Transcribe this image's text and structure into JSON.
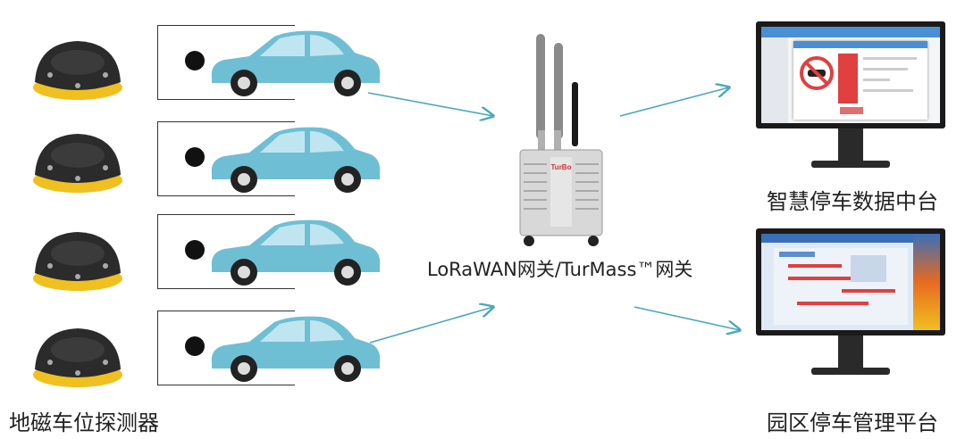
{
  "labels": {
    "sensor": "地磁车位探测器",
    "gateway": "LoRaWAN网关/TurMass™网关",
    "platform_top": "智慧停车数据中台",
    "platform_bottom": "园区停车管理平台"
  },
  "gateway": {
    "brand": "TurBo"
  },
  "colors": {
    "car_body": "#6fbfd4",
    "arrow": "#4aa8b8",
    "sensor_ring": "#f0c020",
    "alert_red": "#e04040"
  }
}
